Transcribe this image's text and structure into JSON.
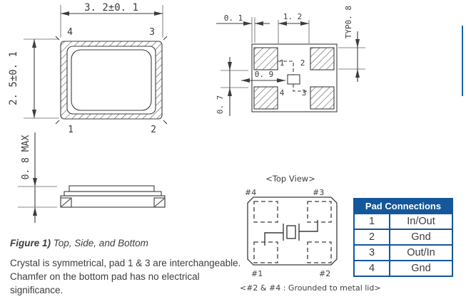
{
  "colors": {
    "line": "#3c3c3c",
    "ext_line": "#999999",
    "table_blue": "#15579B",
    "accent_blue": "#1566A8",
    "text": "#3d3d3d"
  },
  "top_view": {
    "width_dim": "3. 2±0. 1",
    "height_dim": "2. 5±0. 1",
    "pad_top_left": "4",
    "pad_top_right": "3",
    "pad_bottom_left": "1",
    "pad_bottom_right": "2"
  },
  "side_view": {
    "height_dim": "0. 8 MAX"
  },
  "land_pattern": {
    "dim_edge_gap": "0. 1",
    "dim_inner_span": "1. 2",
    "dim_pad_height": "TYP0. 8",
    "dim_center_width": "0. 9",
    "dim_vertical_gap": "0. 7",
    "pad_top_left": "1",
    "pad_top_right": "2",
    "pad_bottom_left": "4",
    "pad_bottom_right": "3"
  },
  "bottom_view": {
    "title": "<Top View>",
    "pad_top_left": "#4",
    "pad_top_right": "#3",
    "pad_bottom_left": "#1",
    "pad_bottom_right": "#2",
    "note": "<#2 & #4 : Grounded to metal lid>"
  },
  "figure": {
    "label": "Figure 1)",
    "caption": " Top, Side, and Bottom",
    "body_lines": [
      "Crystal is symmetrical, pad 1 & 3 are interchangeable.",
      "Chamfer on the bottom pad has no electrical",
      "significance."
    ]
  },
  "pad_table": {
    "title": "Pad Connections",
    "rows": [
      {
        "pad": "1",
        "conn": "In/Out"
      },
      {
        "pad": "2",
        "conn": "Gnd"
      },
      {
        "pad": "3",
        "conn": "Out/In"
      },
      {
        "pad": "4",
        "conn": "Gnd"
      }
    ]
  }
}
